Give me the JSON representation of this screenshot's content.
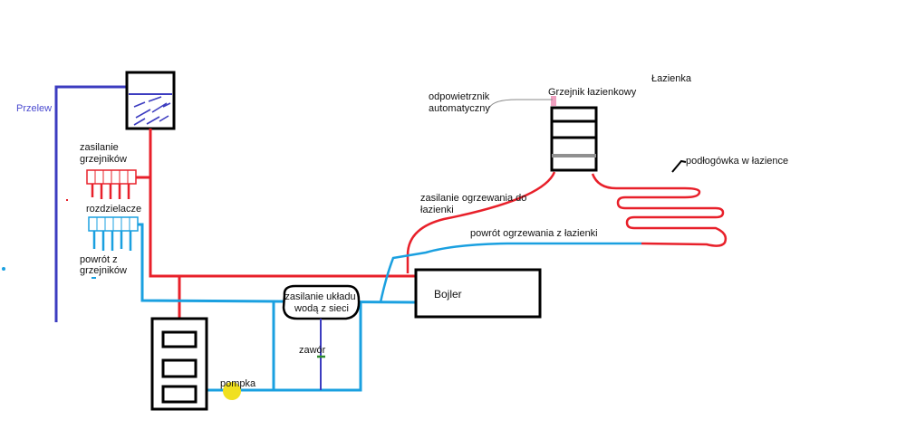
{
  "colors": {
    "hot": "#e8202a",
    "cold": "#1aa0e0",
    "overflow": "#3c3cc0",
    "black": "#000000",
    "valve": "#2e8b2e",
    "pump": "#f0e020",
    "gray": "#909090",
    "pink": "#f0a0c0"
  },
  "labels": {
    "overflow": "Przelew",
    "supply_radiators": [
      "zasilanie",
      "grzejników"
    ],
    "manifolds": "rozdzielacze",
    "return_radiators": [
      "powrót z",
      "grzejników"
    ],
    "water_supply": [
      "zasilanie układu",
      "wodą z sieci"
    ],
    "valve": "zawór",
    "pump": "pompka",
    "boiler": "Bojler",
    "air_vent": [
      "odpowietrznik",
      "automatyczny"
    ],
    "bathroom_radiator": "Grzejnik łazienkowy",
    "bathroom": "Łazienka",
    "floor_heating": "podłogówka w łazience",
    "bathroom_supply": [
      "zasilanie ogrzewania do",
      "łazienki"
    ],
    "bathroom_return": "powrót ogrzewania z łazienki"
  }
}
